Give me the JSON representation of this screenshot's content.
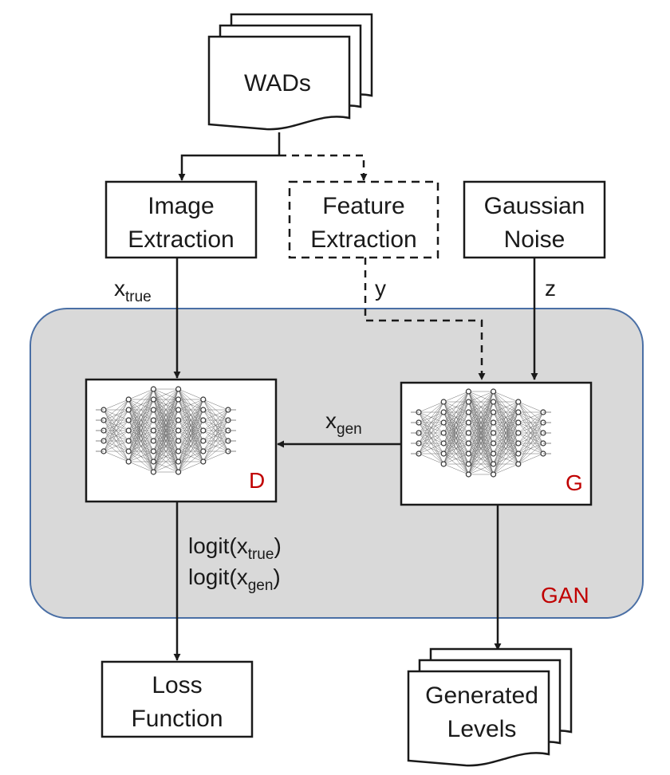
{
  "nodes": {
    "wads": "WADs",
    "image_extraction": [
      "Image",
      "Extraction"
    ],
    "feature_extraction": [
      "Feature",
      "Extraction"
    ],
    "gaussian_noise": [
      "Gaussian",
      "Noise"
    ],
    "discriminator": "D",
    "generator": "G",
    "gan": "GAN",
    "loss_function": [
      "Loss",
      "Function"
    ],
    "generated_levels": [
      "Generated",
      "Levels"
    ]
  },
  "edges": {
    "x_true": {
      "base": "x",
      "sub": "true"
    },
    "y": "y",
    "z": "z",
    "x_gen": {
      "base": "x",
      "sub": "gen"
    },
    "logit_true": {
      "prefix": "logit(x",
      "sub": "true",
      "suffix": ")"
    },
    "logit_gen": {
      "prefix": "logit(x",
      "sub": "gen",
      "suffix": ")"
    }
  },
  "colors": {
    "gan_fill": "#d9d9d9",
    "gan_border": "#4a6fa5",
    "accent_red": "#c00000",
    "line": "#1a1a1a"
  }
}
